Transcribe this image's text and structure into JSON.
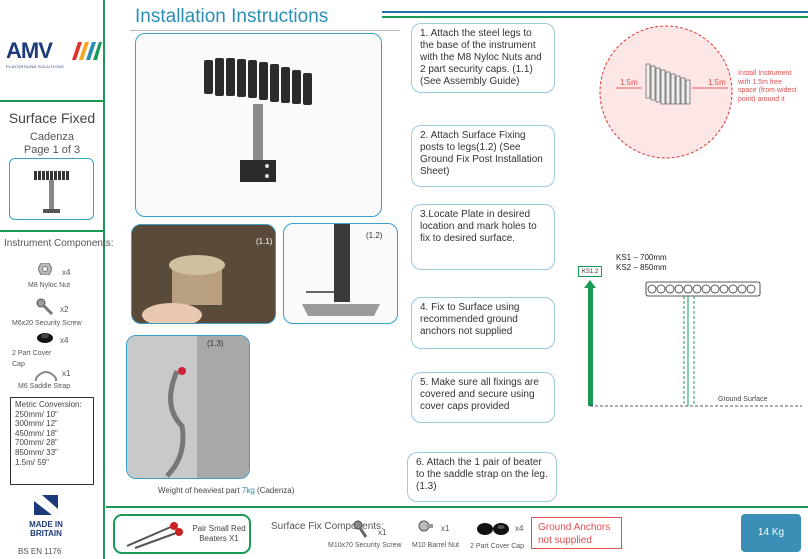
{
  "brand": {
    "logo_text": "AMV",
    "logo_sub": "PLAYGROUND SOLUTIONS"
  },
  "sidebar": {
    "section_title": "Surface Fixed",
    "product_name": "Cadenza",
    "page_label": "Page 1 of 3",
    "components_label": "Instrument Components:",
    "components": [
      {
        "name": "M8 Nyloc Nut",
        "qty": "x4"
      },
      {
        "name": "M6x20 Security Screw",
        "qty": "x2"
      },
      {
        "name": "2 Part Cover Cap",
        "qty": "x4"
      },
      {
        "name": "M6 Saddle Strap",
        "qty": "x1"
      }
    ],
    "metric": {
      "title": "Metric Conversion:",
      "rows": [
        "250mm/ 10\"",
        "300mm/ 12\"",
        "450mm/ 18\"",
        "700mm/ 28\"",
        "850mm/ 33\"",
        "1.5m/ 59\""
      ]
    },
    "made_in": "MADE IN BRITAIN",
    "standard": "BS EN 1176"
  },
  "header": {
    "title": "Installation Instructions"
  },
  "photos": {
    "label_1": "(1.1)",
    "label_2": "(1.2)",
    "label_3": "(1.3)"
  },
  "weight_note": {
    "prefix": "Weight of heaviest part ",
    "value": "7kg",
    "suffix": " (Cadenza)"
  },
  "steps": [
    {
      "num": "1.",
      "text": " Attach the steel legs to the base of the instrument with the M8 Nyloc Nuts and 2 part security caps. (1.1) (See Assembly Guide)"
    },
    {
      "num": "2.",
      "text": " Attach Surface Fixing posts to legs(1.2) (See Ground Fix Post Installation Sheet)"
    },
    {
      "num": "3.",
      "text": "Locate Plate in desired location and mark holes to fix to desired surface."
    },
    {
      "num": "4.",
      "text": " Fix to Surface using recommended ground anchors not supplied"
    },
    {
      "num": "5.",
      "text": " Make sure all fixings are covered and secure using cover caps provided"
    },
    {
      "num": "6.",
      "text": " Attach the 1 pair of beater to the saddle strap on the leg. (1.3)"
    }
  ],
  "diagram": {
    "free_space_note": "Install Instrument with 1.5m free space (from widest point) around it",
    "dist_left": "1.5m",
    "dist_right": "1.5m",
    "ks1": "KS1 – 700mm",
    "ks2": "KS2 – 850mm",
    "ks_box": "KS1,2",
    "ground_label": "Ground Surface"
  },
  "footer": {
    "beaters": "Pair Small Red Beaters X1",
    "fix_label": "Surface Fix Components:",
    "fix_components": [
      {
        "name": "M10x70 Security Screw",
        "qty": "x1"
      },
      {
        "name": "M10 Barrel Nut",
        "qty": "x1"
      },
      {
        "name": "2 Part Cover Cap",
        "qty": "x4"
      }
    ],
    "anchors_note": "Ground Anchors not supplied",
    "weight": "14 Kg"
  },
  "colors": {
    "accent_green": "#1a9a55",
    "accent_blue": "#2a8fb3",
    "warning_red": "#e05050",
    "brand_navy": "#1d3a7a"
  }
}
